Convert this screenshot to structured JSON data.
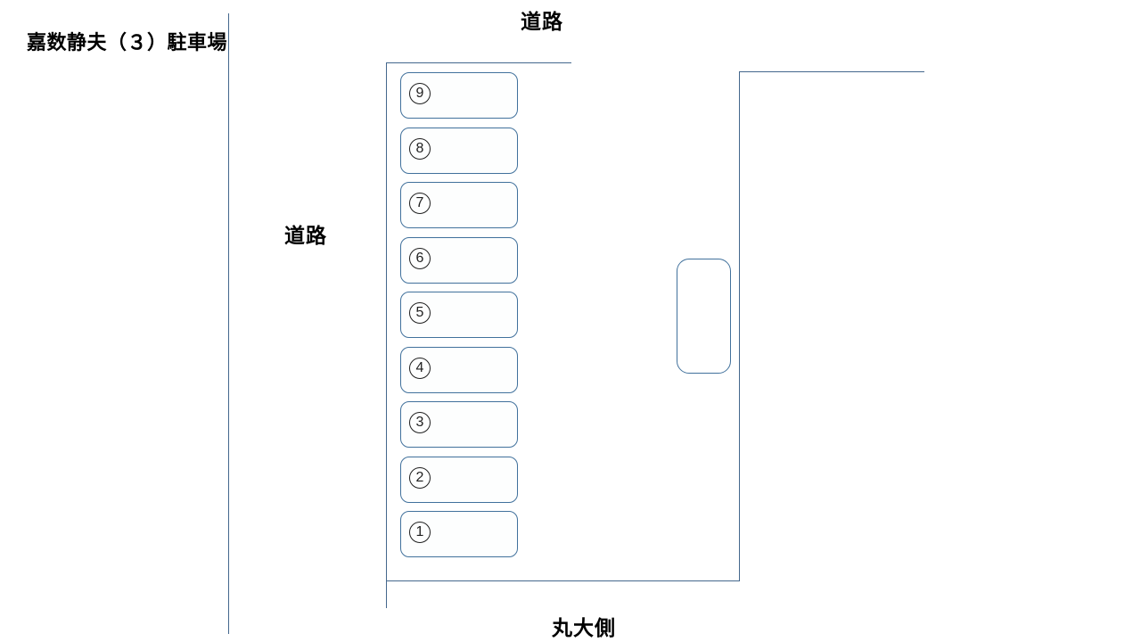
{
  "title": "嘉数静夫（３）駐車場",
  "labels": {
    "road_top": "道路",
    "road_left": "道路",
    "bottom": "丸大側"
  },
  "spaces": [
    {
      "label": "9"
    },
    {
      "label": "8"
    },
    {
      "label": "7"
    },
    {
      "label": "6"
    },
    {
      "label": "5"
    },
    {
      "label": "4"
    },
    {
      "label": "3"
    },
    {
      "label": "2"
    },
    {
      "label": "1"
    }
  ],
  "colors": {
    "line": "#44678d",
    "box_border": "#41719c",
    "text": "#000000",
    "background": "#ffffff"
  }
}
